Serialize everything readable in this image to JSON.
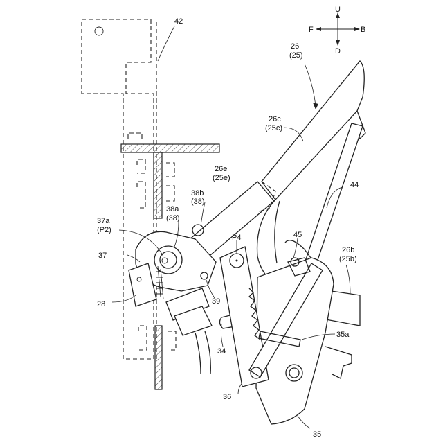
{
  "figure": {
    "compass": {
      "up": "U",
      "down": "D",
      "front": "F",
      "back": "B"
    },
    "labels": {
      "l42": "42",
      "l26": "26",
      "l26p": "(25)",
      "l26c": "26c",
      "l26cp": "(25c)",
      "l26e": "26e",
      "l26ep": "(25e)",
      "l44": "44",
      "l38b": "38b",
      "l38bp": "(38)",
      "l38a": "38a",
      "l38ap": "(38)",
      "l37a": "37a",
      "l37ap": "(P2)",
      "l37": "37",
      "lP4": "P4",
      "l45": "45",
      "l26b": "26b",
      "l26bp": "(25b)",
      "l28": "28",
      "l39": "39",
      "l35a": "35a",
      "l34": "34",
      "l36": "36",
      "l35": "35"
    }
  }
}
